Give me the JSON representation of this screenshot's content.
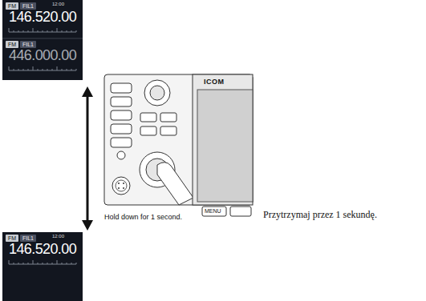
{
  "diagram": {
    "nodes": [
      {
        "text": [
          "FM",
          "FIL1",
          "12:00",
          "146.520.00",
          "FM",
          "FIL1",
          "446.000.00"
        ]
      },
      {
        "text": [
          "FM",
          "FIL1",
          "12:00",
          "146.520.00"
        ]
      }
    ],
    "edges": [
      {
        "from": 0,
        "to": 1,
        "arrow": "both"
      }
    ],
    "labels": [
      "ICOM",
      "MENU",
      "Hold down for 1 second.",
      "Przytrzymaj przez 1 sekundę."
    ]
  }
}
